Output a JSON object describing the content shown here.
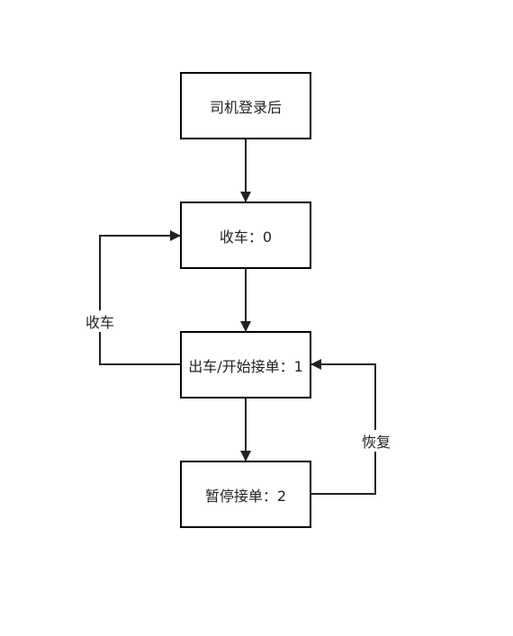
{
  "diagram": {
    "nodes": [
      {
        "id": "login",
        "label": "司机登录后"
      },
      {
        "id": "off_duty",
        "label": "收车：0"
      },
      {
        "id": "on_duty",
        "label": "出车/开始接单：1"
      },
      {
        "id": "paused",
        "label": "暂停接单：2"
      }
    ],
    "edges": [
      {
        "from": "login",
        "to": "off_duty",
        "label": ""
      },
      {
        "from": "off_duty",
        "to": "on_duty",
        "label": ""
      },
      {
        "from": "on_duty",
        "to": "paused",
        "label": ""
      },
      {
        "from": "on_duty",
        "to": "off_duty",
        "label": "收车"
      },
      {
        "from": "paused",
        "to": "on_duty",
        "label": "恢复"
      }
    ],
    "colors": {
      "stroke": "#000000",
      "connector": "#222222",
      "text": "#222222",
      "background": "#ffffff"
    }
  }
}
